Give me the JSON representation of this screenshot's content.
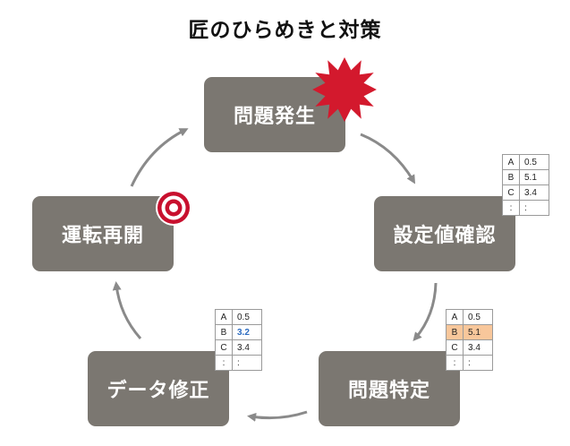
{
  "title": "匠のひらめきと対策",
  "steps": [
    {
      "label": "問題発生"
    },
    {
      "label": "設定値確認"
    },
    {
      "label": "問題特定"
    },
    {
      "label": "データ修正"
    },
    {
      "label": "運転再開"
    }
  ],
  "tables": {
    "check": {
      "rows": [
        [
          "A",
          "0.5"
        ],
        [
          "B",
          "5.1"
        ],
        [
          "C",
          "3.4"
        ],
        [
          ":",
          ":"
        ]
      ]
    },
    "identify": {
      "rows": [
        [
          "A",
          "0.5"
        ],
        [
          "B",
          "5.1"
        ],
        [
          "C",
          "3.4"
        ],
        [
          ":",
          ":"
        ]
      ],
      "highlight_row": "B"
    },
    "fix": {
      "rows": [
        [
          "A",
          "0.5"
        ],
        [
          "B",
          "3.2"
        ],
        [
          "C",
          "3.4"
        ],
        [
          ":",
          ":"
        ]
      ],
      "modified_row": "B"
    }
  },
  "colors": {
    "box": "#7b7771",
    "arrow": "#8a8a8a",
    "burst": "#d3192d",
    "target": "#c8102e",
    "highlight": "#f8c79b",
    "modified_text": "#2d6cc0"
  },
  "icons": {
    "problem": "burst-icon",
    "resume": "target-icon"
  }
}
